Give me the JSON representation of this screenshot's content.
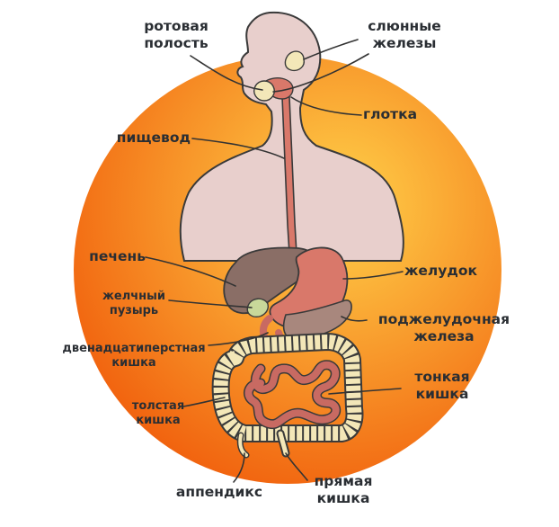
{
  "diagram": {
    "colors": {
      "disc_inner": "#ffd24a",
      "disc_outer": "#f05a0a",
      "body": "#e8cfcc",
      "outline": "#3a3a3a",
      "liver": "#8a6e66",
      "stomach": "#d9786a",
      "pancreas": "#a8877d",
      "gallbladder": "#c8d89a",
      "large_intestine": "#f3e7b8",
      "small_intestine": "#c86a62",
      "leader": "#333333",
      "label": "#2a2e33"
    },
    "labels": {
      "mouth": [
        "ротовая",
        "полость"
      ],
      "salivary": [
        "слюнные",
        "железы"
      ],
      "pharynx": [
        "глотка"
      ],
      "esophagus": [
        "пищевод"
      ],
      "liver": [
        "печень"
      ],
      "stomach": [
        "желудок"
      ],
      "gallbladder": [
        "желчный",
        "пузырь"
      ],
      "pancreas": [
        "поджелудочная",
        "железа"
      ],
      "duodenum": [
        "двенадцатиперстная",
        "кишка"
      ],
      "small_intestine": [
        "тонкая",
        "кишка"
      ],
      "large_intestine": [
        "толстая",
        "кишка"
      ],
      "appendix": [
        "аппендикс"
      ],
      "rectum": [
        "прямая",
        "кишка"
      ]
    }
  }
}
